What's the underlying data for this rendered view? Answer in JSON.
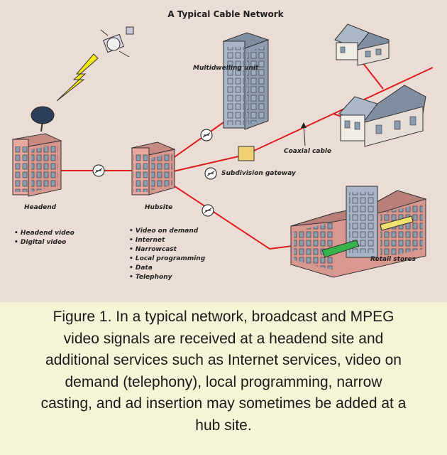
{
  "diagram": {
    "title": "A Typical Cable Network",
    "labels": {
      "headend": "Headend",
      "hubsite": "Hubsite",
      "mdu": "Multidwelling unit",
      "coax": "Coaxial cable",
      "gateway": "Subdivision gateway",
      "retail": "Retail stores"
    },
    "headend_items": [
      "Headend video",
      "Digital video"
    ],
    "hubsite_items": [
      "Video on demand",
      "Internet",
      "Narrowcast",
      "Local programming",
      "Data",
      "Telephony"
    ],
    "colors": {
      "cable": "#dd1e1e",
      "background": "#ecdcd6",
      "building": "#e8a8a0",
      "lightning": "#f4e614"
    }
  },
  "caption": {
    "lines": [
      "Figure 1. In a typical network, broadcast and MPEG",
      "video signals are received at a headend site and",
      "additional services such as Internet services, video on",
      "demand (telephony), local programming, narrow",
      "casting, and ad insertion may sometimes be added at a",
      "hub site."
    ]
  }
}
